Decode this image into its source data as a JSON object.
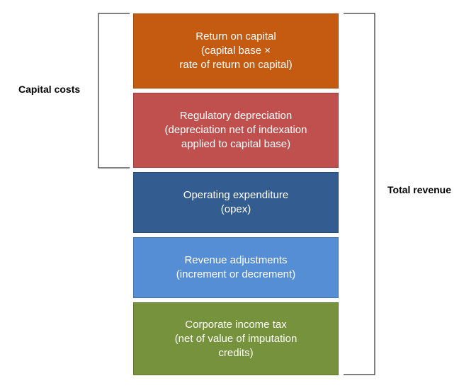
{
  "diagram": {
    "blocks": [
      {
        "id": "return-on-capital",
        "lines": [
          "Return on capital",
          "(capital base ×",
          "rate of return on capital)"
        ],
        "color": "#c55a11"
      },
      {
        "id": "regulatory-depreciation",
        "lines": [
          "Regulatory depreciation",
          "(depreciation net of indexation",
          "applied to capital base)"
        ],
        "color": "#c0504d"
      },
      {
        "id": "operating-expenditure",
        "lines": [
          "Operating expenditure",
          "(opex)"
        ],
        "color": "#335d91"
      },
      {
        "id": "revenue-adjustments",
        "lines": [
          "Revenue adjustments",
          "(increment or decrement)"
        ],
        "color": "#558ed5"
      },
      {
        "id": "corporate-income-tax",
        "lines": [
          "Corporate income tax",
          "(net of value of imputation",
          "credits)"
        ],
        "color": "#76923c"
      }
    ],
    "left_bracket_label": "Capital costs",
    "right_bracket_label": "Total revenue"
  }
}
